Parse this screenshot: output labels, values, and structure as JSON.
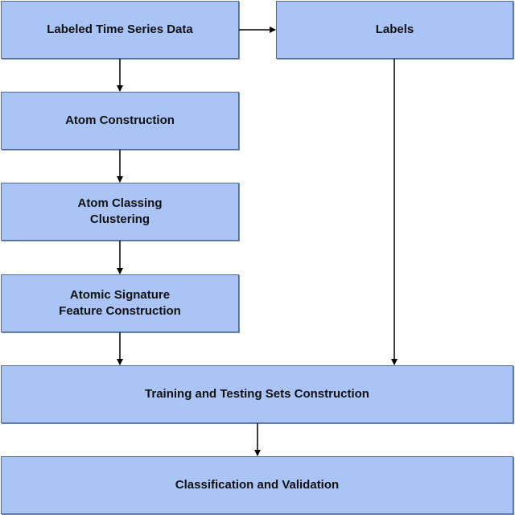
{
  "nodes": {
    "labeled_time_series": "Labeled Time Series Data",
    "labels": "Labels",
    "atom_construction": "Atom Construction",
    "atom_classing": "Atom Classing\nClustering",
    "atomic_signature": "Atomic Signature\nFeature Construction",
    "training_testing": "Training and Testing Sets Construction",
    "classification_validation": "Classification and Validation"
  },
  "colors": {
    "box_fill": "#a9c4f5",
    "box_border": "#4e6a96",
    "arrow": "#000000"
  }
}
